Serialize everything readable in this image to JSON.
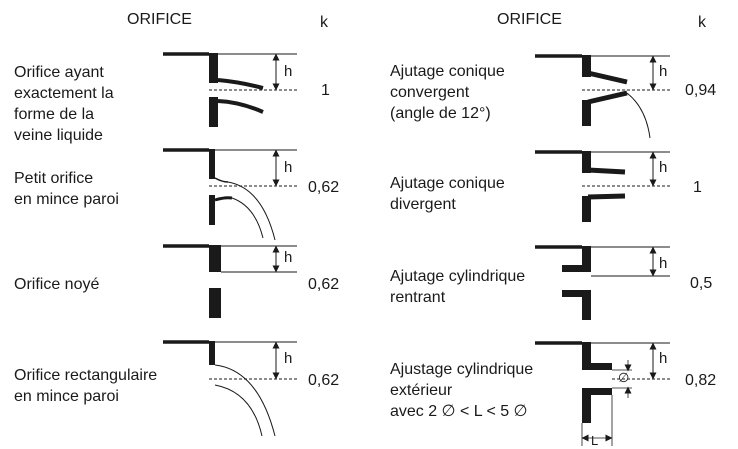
{
  "headers": {
    "left_orifice": "ORIFICE",
    "left_k": "k",
    "right_orifice": "ORIFICE",
    "right_k": "k"
  },
  "left_rows": [
    {
      "label_lines": [
        "Orifice ayant",
        "exactement la",
        "forme de la",
        "veine liquide"
      ],
      "h": "h",
      "k": "1"
    },
    {
      "label_lines": [
        "Petit orifice",
        "en mince paroi"
      ],
      "h": "h",
      "k": "0,62"
    },
    {
      "label_lines": [
        "Orifice noyé"
      ],
      "h": "h",
      "k": "0,62"
    },
    {
      "label_lines": [
        "Orifice rectangulaire",
        "en mince paroi"
      ],
      "h": "h",
      "k": "0,62"
    }
  ],
  "right_rows": [
    {
      "label_lines": [
        "Ajutage conique",
        "convergent",
        "(angle de 12°)"
      ],
      "h": "h",
      "k": "0,94"
    },
    {
      "label_lines": [
        "Ajutage conique",
        "divergent"
      ],
      "h": "h",
      "k": "1"
    },
    {
      "label_lines": [
        "Ajutage cylindrique",
        "rentrant"
      ],
      "h": "h",
      "k": "0,5"
    },
    {
      "label_lines": [
        "Ajustage cylindrique",
        "extérieur",
        "avec 2 ∅ < L < 5 ∅"
      ],
      "h": "h",
      "k": "0,82",
      "diameter": "∅",
      "length": "L"
    }
  ],
  "colors": {
    "ink": "#1a1a1a",
    "background": "#ffffff"
  }
}
